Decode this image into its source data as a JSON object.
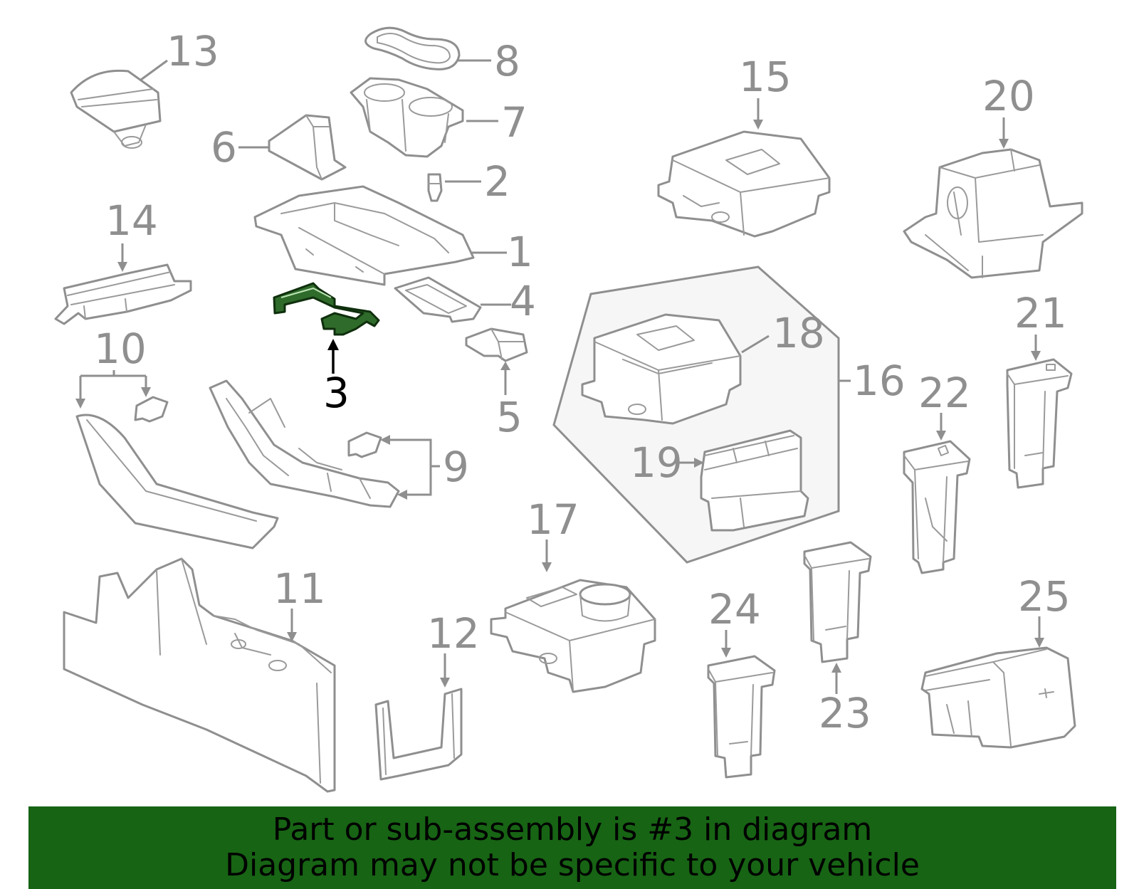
{
  "diagram": {
    "highlighted_part": "3",
    "callouts": [
      "1",
      "2",
      "3",
      "4",
      "5",
      "6",
      "7",
      "8",
      "9",
      "10",
      "11",
      "12",
      "13",
      "14",
      "15",
      "16",
      "17",
      "18",
      "19",
      "20",
      "21",
      "22",
      "23",
      "24",
      "25"
    ]
  },
  "banner": {
    "line1": "Part or sub-assembly is #3 in diagram",
    "line2": "Diagram may not be specific to your vehicle"
  },
  "colors": {
    "line_art": "#8f8f8f",
    "highlight": "#2f6b2a",
    "banner_bg": "#176414",
    "group_fill": "#f5f5f5"
  }
}
